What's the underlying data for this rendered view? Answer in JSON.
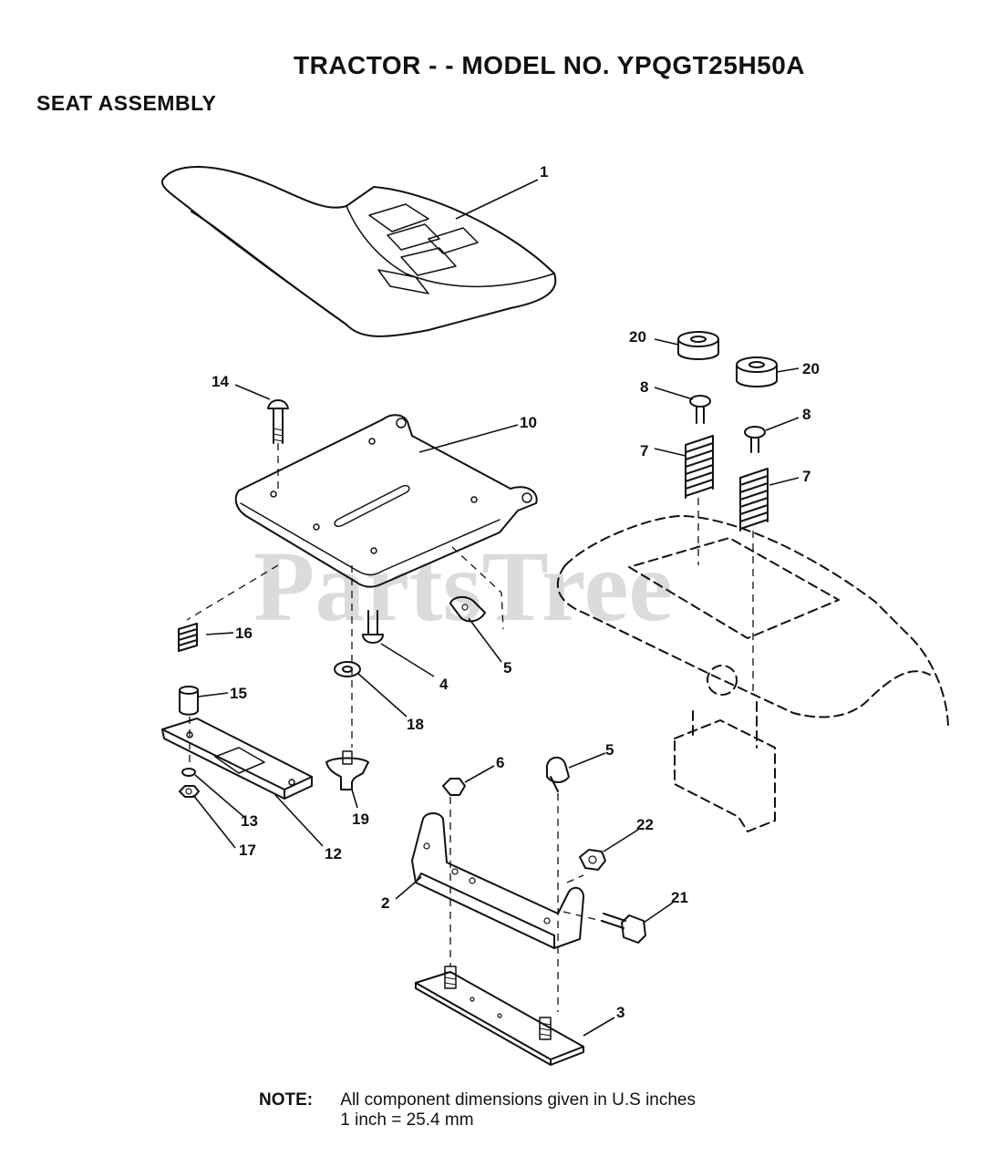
{
  "header": {
    "title": "TRACTOR - - MODEL NO. YPQGT25H50A",
    "subtitle": "SEAT ASSEMBLY"
  },
  "watermark": "PartsTree",
  "callouts": [
    "1",
    "2",
    "3",
    "4",
    "5",
    "5",
    "6",
    "7",
    "7",
    "8",
    "8",
    "10",
    "12",
    "13",
    "14",
    "15",
    "16",
    "17",
    "18",
    "19",
    "20",
    "20",
    "21",
    "22"
  ],
  "note": {
    "label": "NOTE:",
    "line1": "All component dimensions given in U.S  inches",
    "line2": "1 inch = 25.4 mm"
  }
}
